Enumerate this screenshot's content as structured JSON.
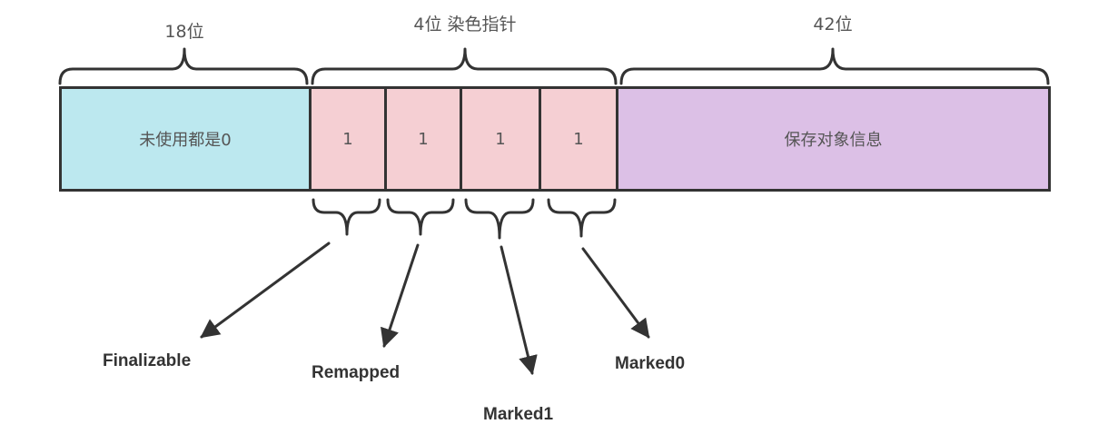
{
  "top_labels": {
    "unused_bits": "18位",
    "color_bits": "4位 染色指针",
    "store_bits": "42位"
  },
  "segments": {
    "unused": "未使用都是0",
    "color_bits": [
      "1",
      "1",
      "1",
      "1"
    ],
    "store": "保存对象信息"
  },
  "flags": {
    "finalizable": "Finalizable",
    "remapped": "Remapped",
    "marked1": "Marked1",
    "marked0": "Marked0"
  },
  "colors": {
    "unused_fill": "#bce8ef",
    "color_fill": "#f5cfd3",
    "store_fill": "#dcc0e6",
    "stroke": "#333333"
  }
}
